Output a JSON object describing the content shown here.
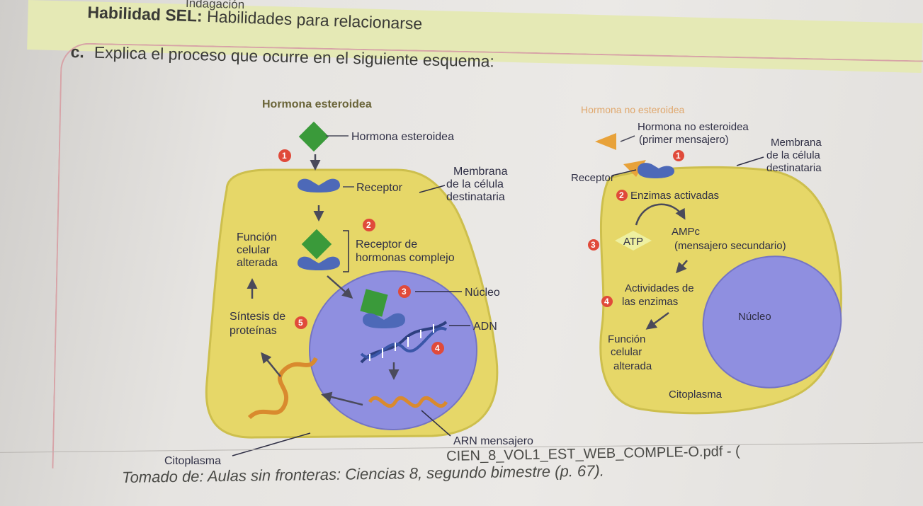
{
  "header": {
    "small_text": "Indagación",
    "title_bold": "Habilidad SEL:",
    "title_rest": " Habilidades para relacionarse"
  },
  "question": {
    "letter": "c.",
    "text": "Explica el proceso que ocurre en el siguiente esquema:"
  },
  "left_diagram": {
    "title": "Hormona esteroidea",
    "labels": {
      "hormone": "Hormona esteroidea",
      "membrane_1": "Membrana",
      "membrane_2": "de la célula",
      "membrane_3": "destinataria",
      "receptor": "Receptor",
      "complex_1": "Receptor de",
      "complex_2": "hormonas complejo",
      "function_1": "Función",
      "function_2": "celular",
      "function_3": "alterada",
      "nucleus": "Núcleo",
      "dna": "ADN",
      "synthesis_1": "Síntesis de",
      "synthesis_2": "proteínas",
      "mrna": "ARN mensajero",
      "cytoplasm": "Citoplasma"
    },
    "steps": [
      "1",
      "2",
      "3",
      "4",
      "5"
    ]
  },
  "right_diagram": {
    "title": "Hormona no esteroidea",
    "labels": {
      "hormone_1": "Hormona no esteroidea",
      "hormone_2": "(primer mensajero)",
      "membrane_1": "Membrana",
      "membrane_2": "de la célula",
      "membrane_3": "destinataria",
      "receptor": "Receptor",
      "enzymes": "Enzimas activadas",
      "atp": "ATP",
      "camp_1": "AMPc",
      "camp_2": "(mensajero secundario)",
      "activities_1": "Actividades de",
      "activities_2": "las enzimas",
      "nucleus": "Núcleo",
      "function_1": "Función",
      "function_2": "celular",
      "function_3": "alterada",
      "cytoplasm": "Citoplasma"
    },
    "steps": [
      "1",
      "2",
      "3",
      "4"
    ]
  },
  "footer": {
    "caption_prefix": "Tomado de: ",
    "caption_rest": "Aulas sin fronteras: Ciencias 8, segundo bimestre (p. 67).",
    "filename": "CIEN_8_VOL1_EST_WEB_COMPLE-O.pdf - ("
  },
  "colors": {
    "cytoplasm": "#e6d768",
    "cytoplasm_edge": "#cdbf4d",
    "nucleus": "#8f8fe0",
    "receptor": "#4d69b8",
    "hormone_steroid": "#3a9a3a",
    "hormone_non_steroid": "#e8a23a",
    "step_badge": "#e04a3a",
    "mrna": "#d98a2e",
    "title_band": "#e5e9b5"
  }
}
